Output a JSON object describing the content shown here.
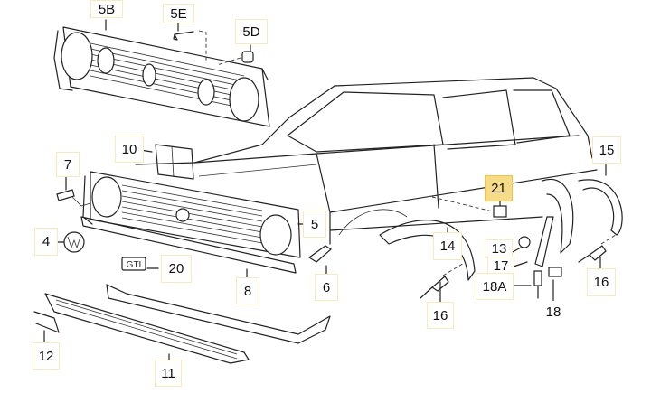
{
  "diagram": {
    "title": "Front grille, bumper trim and wheel arch extensions exploded view",
    "highlight_color": "#f6dc86",
    "label_border_color": "#fbe9b8",
    "labels": [
      {
        "id": "5B",
        "text": "5B",
        "part": "upper grille (GTI twin headlight)",
        "highlighted": false
      },
      {
        "id": "5E",
        "text": "5E",
        "part": "screw",
        "highlighted": false
      },
      {
        "id": "5D",
        "text": "5D",
        "part": "clip nut",
        "highlighted": false
      },
      {
        "id": "10",
        "text": "10",
        "part": "bracket",
        "highlighted": false
      },
      {
        "id": "7",
        "text": "7",
        "part": "left grille bracket",
        "highlighted": false
      },
      {
        "id": "5",
        "text": "5",
        "part": "radiator grille",
        "highlighted": false
      },
      {
        "id": "4",
        "text": "4",
        "part": "VW emblem",
        "highlighted": false
      },
      {
        "id": "20",
        "text": "20",
        "part": "GTI badge",
        "highlighted": false
      },
      {
        "id": "8",
        "text": "8",
        "part": "lower trim strip",
        "highlighted": false
      },
      {
        "id": "6",
        "text": "6",
        "part": "right grille bracket",
        "highlighted": false
      },
      {
        "id": "12",
        "text": "12",
        "part": "spoiler end piece",
        "highlighted": false
      },
      {
        "id": "11",
        "text": "11",
        "part": "front spoiler",
        "highlighted": false
      },
      {
        "id": "21",
        "text": "21",
        "part": "fuel flap / trim part",
        "highlighted": true
      },
      {
        "id": "15",
        "text": "15",
        "part": "rear wheel arch extension",
        "highlighted": false
      },
      {
        "id": "14",
        "text": "14",
        "part": "front wheel arch extension",
        "highlighted": false
      },
      {
        "id": "13",
        "text": "13",
        "part": "plug",
        "highlighted": false
      },
      {
        "id": "17",
        "text": "17",
        "part": "washer",
        "highlighted": false
      },
      {
        "id": "18A",
        "text": "18A",
        "part": "expanding rivet",
        "highlighted": false
      },
      {
        "id": "18",
        "text": "18",
        "part": "clip",
        "highlighted": false
      },
      {
        "id": "16a",
        "text": "16",
        "part": "expanding rivet (front)",
        "highlighted": false
      },
      {
        "id": "16b",
        "text": "16",
        "part": "expanding rivet (rear)",
        "highlighted": false
      }
    ],
    "badge_text": "GTI"
  }
}
